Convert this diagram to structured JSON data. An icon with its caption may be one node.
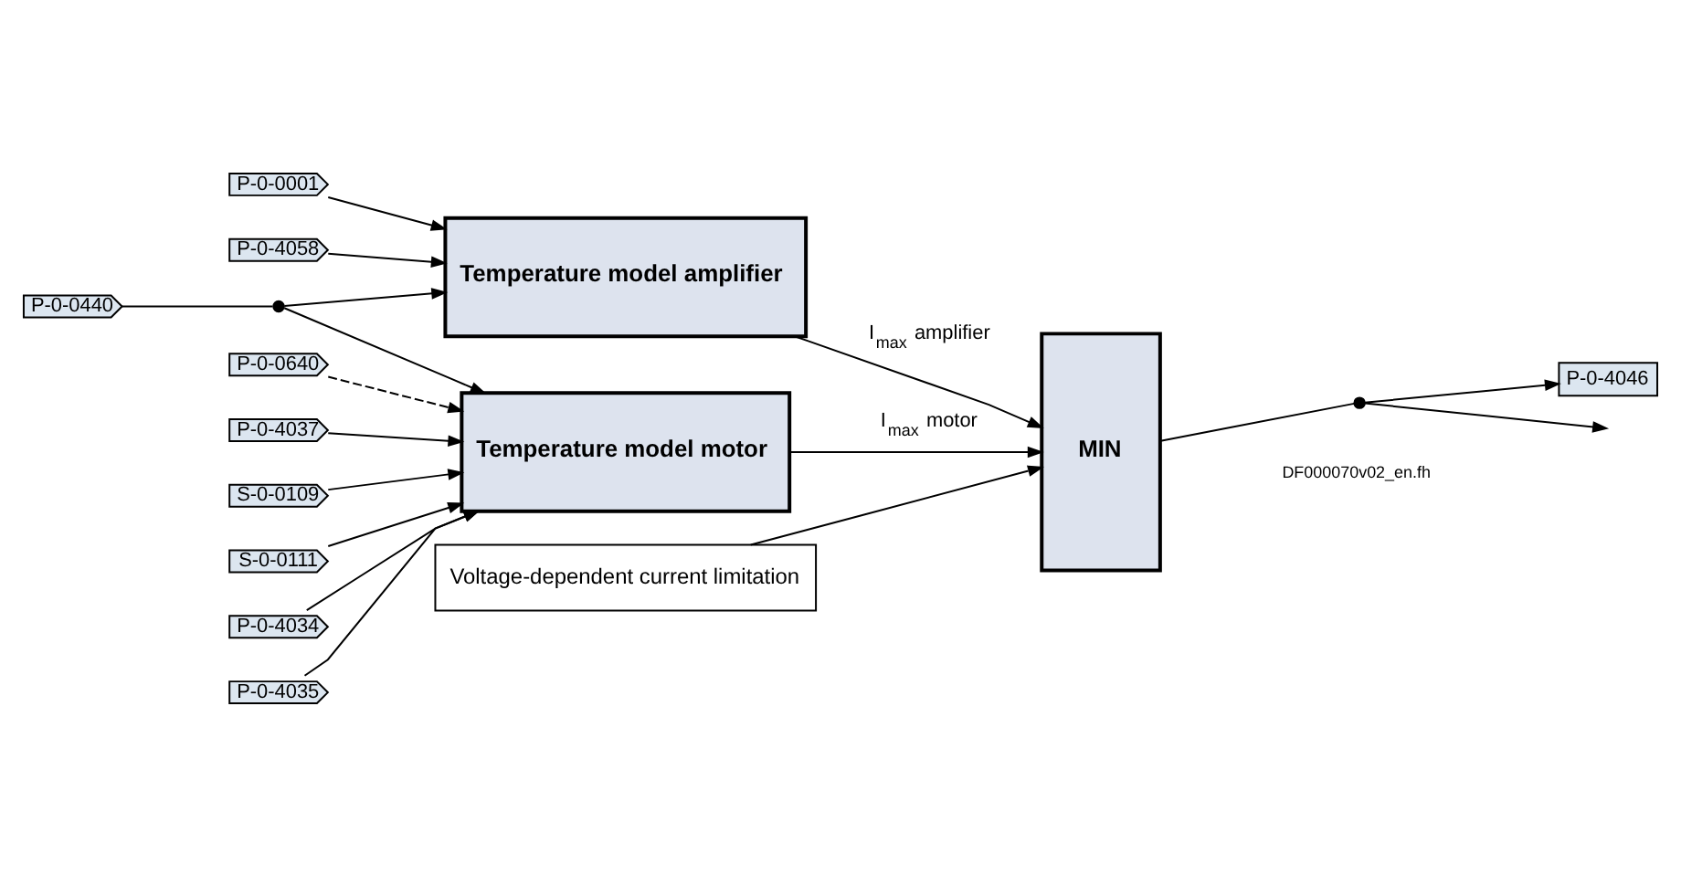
{
  "diagram": {
    "nodes": [
      {
        "text": [
          "P-0-0640"
        ]
      },
      {
        "text": [
          "P-0-4034"
        ]
      },
      {
        "text": [
          "P-0-4035"
        ]
      },
      {
        "text": [
          "P-0-4037"
        ]
      },
      {
        "text": [
          "S-0-0109"
        ]
      },
      {
        "text": [
          "S-0-0111"
        ]
      },
      {
        "text": [
          "Temperature model motor"
        ]
      },
      {
        "text": [
          "P-0-0440"
        ]
      },
      {
        "text": [
          "Temperature model amplifier"
        ]
      },
      {
        "text": [
          "P-0-0001"
        ]
      },
      {
        "text": [
          "P-0-4058"
        ]
      },
      {
        "text": [
          "MIN"
        ]
      },
      {
        "text": [
          "Voltage-dependent current limitation"
        ]
      },
      {
        "text": [
          "P-0-4046"
        ]
      },
      {
        "text": [],
        "shape": "circle"
      },
      {
        "text": [],
        "shape": "circle"
      }
    ],
    "edges": [
      {
        "from": 0,
        "to": 6,
        "arrow": "to",
        "style": "dashed"
      },
      {
        "from": 1,
        "to": 6,
        "arrow": "to"
      },
      {
        "from": 2,
        "to": 6,
        "arrow": "to"
      },
      {
        "from": 3,
        "to": 6,
        "arrow": "to"
      },
      {
        "from": 4,
        "to": 6,
        "arrow": "to"
      },
      {
        "from": 5,
        "to": 6,
        "arrow": "to"
      },
      {
        "from": 7,
        "to": 14,
        "arrow": "none"
      },
      {
        "from": 14,
        "to": 6,
        "arrow": "to"
      },
      {
        "from": 14,
        "to": 8,
        "arrow": "to"
      },
      {
        "from": 9,
        "to": 8,
        "arrow": "to"
      },
      {
        "from": 10,
        "to": 8,
        "arrow": "to"
      },
      {
        "from": 6,
        "to": 11,
        "arrow": "to",
        "label": "I$_{max}$ motor"
      },
      {
        "from": 8,
        "to": 11,
        "arrow": "to",
        "label": "I$_{max}$ amplifier"
      },
      {
        "from": 12,
        "to": 11,
        "arrow": "to"
      },
      {
        "from": 11,
        "to": 15,
        "arrow": "none"
      },
      {
        "from": 15,
        "to": 13,
        "arrow": "to"
      },
      {
        "from": 15,
        "to": null,
        "arrow": "to"
      }
    ],
    "labels": [
      "DF000070v02_en.fh"
    ]
  }
}
